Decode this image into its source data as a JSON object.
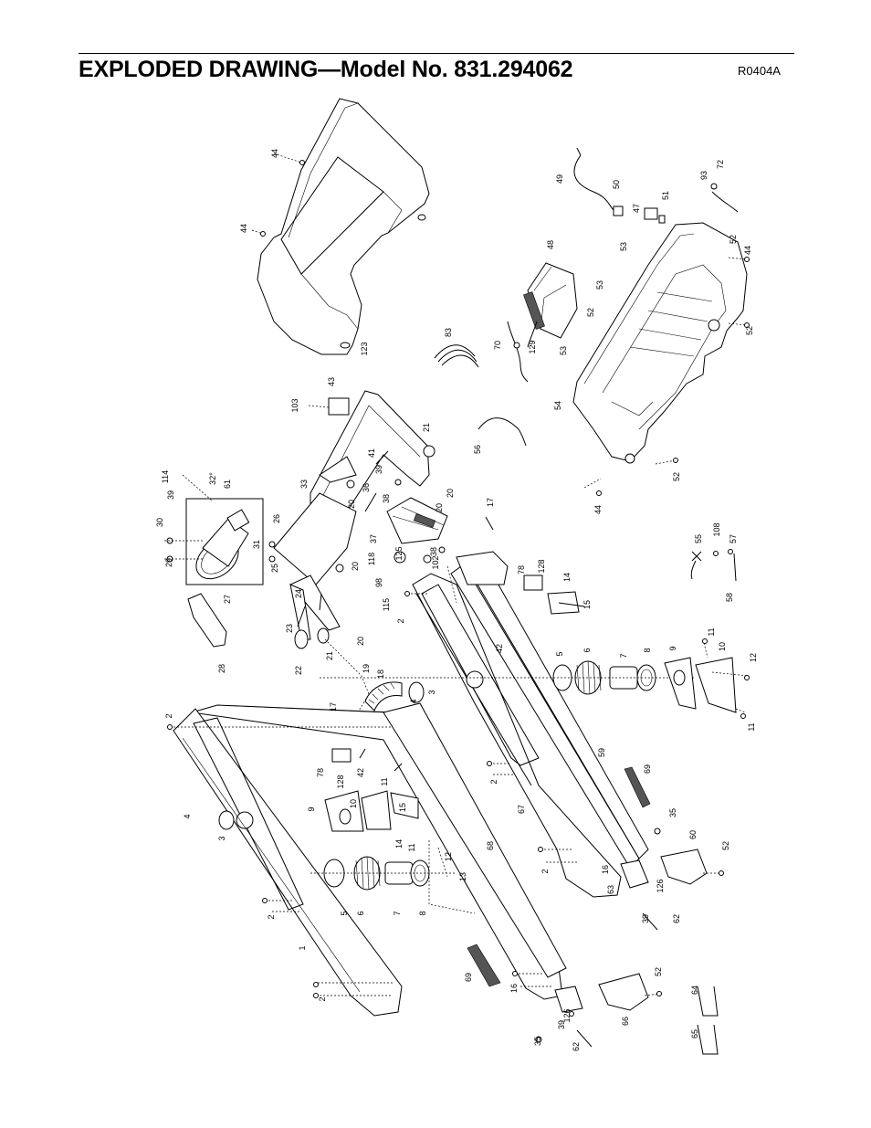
{
  "page": {
    "title": "EXPLODED DRAWING—Model No. 831.294062",
    "code": "R0404A"
  },
  "callouts": [
    {
      "id": "c44a",
      "text": "44"
    },
    {
      "id": "c44b",
      "text": "44"
    },
    {
      "id": "c123",
      "text": "123"
    },
    {
      "id": "c83",
      "text": "83"
    },
    {
      "id": "c70",
      "text": "70"
    },
    {
      "id": "c129",
      "text": "129"
    },
    {
      "id": "c48",
      "text": "48"
    },
    {
      "id": "c49",
      "text": "49"
    },
    {
      "id": "c50",
      "text": "50"
    },
    {
      "id": "c47",
      "text": "47"
    },
    {
      "id": "c51",
      "text": "51"
    },
    {
      "id": "c93",
      "text": "93"
    },
    {
      "id": "c72",
      "text": "72"
    },
    {
      "id": "c53a",
      "text": "53"
    },
    {
      "id": "c53b",
      "text": "53"
    },
    {
      "id": "c53c",
      "text": "53"
    },
    {
      "id": "c52a",
      "text": "52"
    },
    {
      "id": "c52b",
      "text": "52"
    },
    {
      "id": "c52c",
      "text": "52"
    },
    {
      "id": "c52d",
      "text": "52"
    },
    {
      "id": "c44c",
      "text": "44"
    },
    {
      "id": "c44d",
      "text": "44"
    },
    {
      "id": "c54",
      "text": "54"
    },
    {
      "id": "c56",
      "text": "56"
    },
    {
      "id": "c103",
      "text": "103"
    },
    {
      "id": "c43",
      "text": "43"
    },
    {
      "id": "c21a",
      "text": "21"
    },
    {
      "id": "c41",
      "text": "41"
    },
    {
      "id": "c39a",
      "text": "39"
    },
    {
      "id": "c33",
      "text": "33"
    },
    {
      "id": "c36",
      "text": "36"
    },
    {
      "id": "c20a",
      "text": "20"
    },
    {
      "id": "c20b",
      "text": "20"
    },
    {
      "id": "c20c",
      "text": "20"
    },
    {
      "id": "c20d",
      "text": "20"
    },
    {
      "id": "c20e",
      "text": "20"
    },
    {
      "id": "c38a",
      "text": "38"
    },
    {
      "id": "c38b",
      "text": "38"
    },
    {
      "id": "c37",
      "text": "37"
    },
    {
      "id": "c17a",
      "text": "17"
    },
    {
      "id": "c114",
      "text": "114"
    },
    {
      "id": "c39b",
      "text": "39"
    },
    {
      "id": "c32",
      "text": "32°"
    },
    {
      "id": "c61",
      "text": "61"
    },
    {
      "id": "c30",
      "text": "30"
    },
    {
      "id": "c29",
      "text": "29"
    },
    {
      "id": "c26",
      "text": "26"
    },
    {
      "id": "c31",
      "text": "31"
    },
    {
      "id": "c25",
      "text": "25"
    },
    {
      "id": "c27",
      "text": "27"
    },
    {
      "id": "c118",
      "text": "118"
    },
    {
      "id": "c125",
      "text": "125"
    },
    {
      "id": "c102",
      "text": "102"
    },
    {
      "id": "c98",
      "text": "98"
    },
    {
      "id": "c115",
      "text": "115"
    },
    {
      "id": "c2a",
      "text": "2"
    },
    {
      "id": "c78a",
      "text": "78"
    },
    {
      "id": "c128a",
      "text": "128"
    },
    {
      "id": "c14a",
      "text": "14"
    },
    {
      "id": "c15a",
      "text": "15"
    },
    {
      "id": "c55",
      "text": "55"
    },
    {
      "id": "c108",
      "text": "108"
    },
    {
      "id": "c57",
      "text": "57"
    },
    {
      "id": "c58",
      "text": "58"
    },
    {
      "id": "c24",
      "text": "24"
    },
    {
      "id": "c23",
      "text": "23"
    },
    {
      "id": "c22",
      "text": "22"
    },
    {
      "id": "c21b",
      "text": "21"
    },
    {
      "id": "c28",
      "text": "28"
    },
    {
      "id": "c42a",
      "text": "42"
    },
    {
      "id": "c5a",
      "text": "5"
    },
    {
      "id": "c6a",
      "text": "6"
    },
    {
      "id": "c7a",
      "text": "7"
    },
    {
      "id": "c8a",
      "text": "8"
    },
    {
      "id": "c9a",
      "text": "9"
    },
    {
      "id": "c11a",
      "text": "11"
    },
    {
      "id": "c10a",
      "text": "10"
    },
    {
      "id": "c12a",
      "text": "12"
    },
    {
      "id": "c11b",
      "text": "11"
    },
    {
      "id": "c19",
      "text": "19"
    },
    {
      "id": "c18",
      "text": "18"
    },
    {
      "id": "c17b",
      "text": "17"
    },
    {
      "id": "c4a",
      "text": "4"
    },
    {
      "id": "c3a",
      "text": "3"
    },
    {
      "id": "c2b",
      "text": "2"
    },
    {
      "id": "c78b",
      "text": "78"
    },
    {
      "id": "c128b",
      "text": "128"
    },
    {
      "id": "c42b",
      "text": "42"
    },
    {
      "id": "c11c",
      "text": "11"
    },
    {
      "id": "c9b",
      "text": "9"
    },
    {
      "id": "c10b",
      "text": "10"
    },
    {
      "id": "c15b",
      "text": "15"
    },
    {
      "id": "c14b",
      "text": "14"
    },
    {
      "id": "c11d",
      "text": "11"
    },
    {
      "id": "c4b",
      "text": "4"
    },
    {
      "id": "c3b",
      "text": "3"
    },
    {
      "id": "c12b",
      "text": "12"
    },
    {
      "id": "c59",
      "text": "59"
    },
    {
      "id": "c69a",
      "text": "69"
    },
    {
      "id": "c2c",
      "text": "2"
    },
    {
      "id": "c67",
      "text": "67"
    },
    {
      "id": "c68",
      "text": "68"
    },
    {
      "id": "c35a",
      "text": "35"
    },
    {
      "id": "c60",
      "text": "60"
    },
    {
      "id": "c52e",
      "text": "52"
    },
    {
      "id": "c2d",
      "text": "2"
    },
    {
      "id": "c16a",
      "text": "16"
    },
    {
      "id": "c13",
      "text": "13"
    },
    {
      "id": "c63",
      "text": "63"
    },
    {
      "id": "c126a",
      "text": "126"
    },
    {
      "id": "c5b",
      "text": "5"
    },
    {
      "id": "c6b",
      "text": "6"
    },
    {
      "id": "c7b",
      "text": "7"
    },
    {
      "id": "c8b",
      "text": "8"
    },
    {
      "id": "c2e",
      "text": "2"
    },
    {
      "id": "c39c",
      "text": "39"
    },
    {
      "id": "c62a",
      "text": "62"
    },
    {
      "id": "c1",
      "text": "1"
    },
    {
      "id": "c69b",
      "text": "69"
    },
    {
      "id": "c16b",
      "text": "16"
    },
    {
      "id": "c52f",
      "text": "52"
    },
    {
      "id": "c2f",
      "text": "2"
    },
    {
      "id": "c64",
      "text": "64"
    },
    {
      "id": "c66",
      "text": "66"
    },
    {
      "id": "c126b",
      "text": "126"
    },
    {
      "id": "c39d",
      "text": "39"
    },
    {
      "id": "c35b",
      "text": "35"
    },
    {
      "id": "c62b",
      "text": "62"
    },
    {
      "id": "c65",
      "text": "65"
    }
  ]
}
